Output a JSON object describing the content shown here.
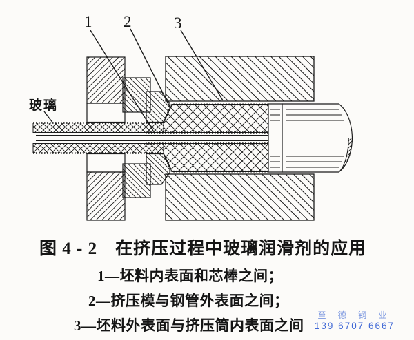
{
  "figure": {
    "glass_label": "玻璃",
    "part_labels": {
      "l1": "1",
      "l2": "2",
      "l3": "3"
    }
  },
  "caption": {
    "title": "图 4 - 2　在挤压过程中玻璃润滑剂的应用",
    "items": [
      "1—坯料内表面和芯棒之间；",
      "2—挤压模与钢管外表面之间；",
      "3—坯料外表面与挤压筒内表面之间"
    ]
  },
  "watermark": {
    "company": "至 德 钢 业",
    "phone": "139 6707 6667"
  },
  "colors": {
    "ink": "#1b1b1b",
    "watermark_blue": "#4169d6",
    "paper": "#fcfbf9"
  }
}
